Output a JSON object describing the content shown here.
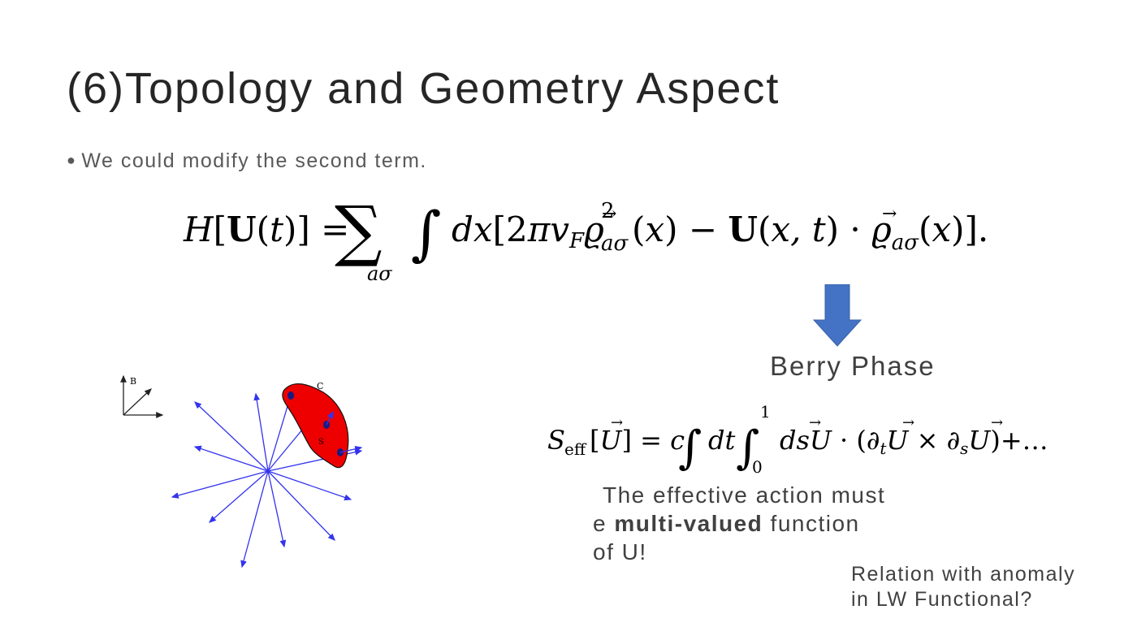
{
  "title": "(6)Topology and Geometry Aspect",
  "bullet": "We could modify the second term.",
  "equation_hamiltonian": "H[U(t)] = Σ_{aσ} ∫ dx[2πv_F ϱ⃗²_{aσ}(x) − U(x,t) · ϱ⃗_{aσ}(x)].",
  "arrow": {
    "icon": "down-arrow-icon",
    "color": "#4472C4"
  },
  "berry_label": "Berry Phase",
  "equation_action": "S_eff[U⃗] = c ∫ dt ∫₀¹ ds U⃗ · (∂_t U⃗ × ∂_s U⃗) + …",
  "note_effective": {
    "line1": "The effective action must",
    "line2_pre": "e ",
    "line2_bold": "multi-valued",
    "line2_post": " function",
    "line3": "of U!"
  },
  "note_anomaly": {
    "line1": "Relation with anomaly",
    "line2": "in LW Functional?"
  },
  "diagram": {
    "axis_label": "B",
    "region_label_c": "C",
    "region_label_s": "S",
    "vector_color": "#3333ee",
    "region_color": "#ee0000"
  }
}
